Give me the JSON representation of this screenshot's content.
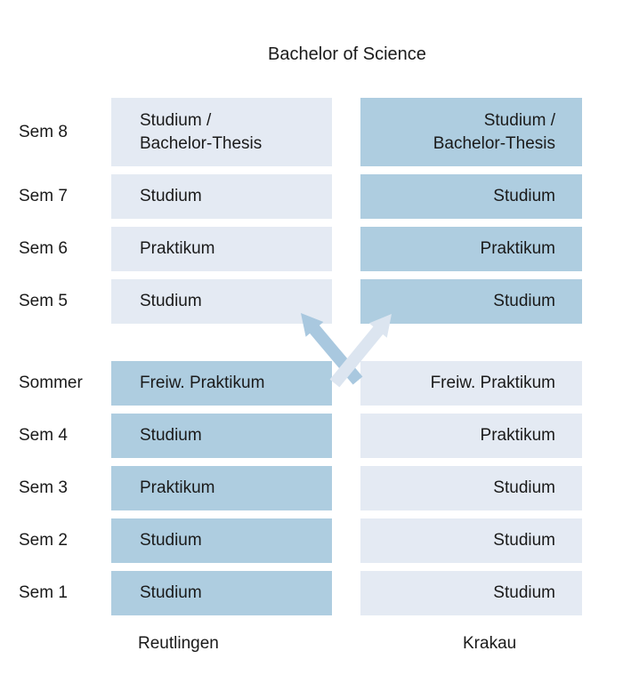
{
  "title": "Bachelor of Science",
  "columns": {
    "left_label": "Reutlingen",
    "right_label": "Krakau"
  },
  "rows": [
    {
      "label": "Sem 8",
      "reutlingen": "Studium /\nBachelor-Thesis",
      "reutlingen_shade": "light",
      "krakau": "Studium /\nBachelor-Thesis",
      "krakau_shade": "dark"
    },
    {
      "label": "Sem 7",
      "reutlingen": "Studium",
      "reutlingen_shade": "light",
      "krakau": "Studium",
      "krakau_shade": "dark"
    },
    {
      "label": "Sem 6",
      "reutlingen": "Praktikum",
      "reutlingen_shade": "light",
      "krakau": "Praktikum",
      "krakau_shade": "dark"
    },
    {
      "label": "Sem 5",
      "reutlingen": "Studium",
      "reutlingen_shade": "light",
      "krakau": "Studium",
      "krakau_shade": "dark"
    },
    {
      "label": "Sommer",
      "reutlingen": "Freiw. Praktikum",
      "reutlingen_shade": "dark",
      "krakau": "Freiw. Praktikum",
      "krakau_shade": "light"
    },
    {
      "label": "Sem 4",
      "reutlingen": "Studium",
      "reutlingen_shade": "dark",
      "krakau": "Praktikum",
      "krakau_shade": "light"
    },
    {
      "label": "Sem 3",
      "reutlingen": "Praktikum",
      "reutlingen_shade": "dark",
      "krakau": "Studium",
      "krakau_shade": "light"
    },
    {
      "label": "Sem 2",
      "reutlingen": "Studium",
      "reutlingen_shade": "dark",
      "krakau": "Studium",
      "krakau_shade": "light"
    },
    {
      "label": "Sem 1",
      "reutlingen": "Studium",
      "reutlingen_shade": "dark",
      "krakau": "Studium",
      "krakau_shade": "light"
    }
  ],
  "arrows": [
    {
      "name": "exchange-arrow-up-left",
      "direction": "up-left"
    },
    {
      "name": "exchange-arrow-up-right",
      "direction": "up-right"
    }
  ],
  "colors": {
    "background": "#ffffff",
    "box_light": "#e4eaf3",
    "box_dark": "#aecde0",
    "arrow_dark": "#a9c8df",
    "arrow_light": "#dce5f0",
    "text": "#1a1a1a"
  }
}
